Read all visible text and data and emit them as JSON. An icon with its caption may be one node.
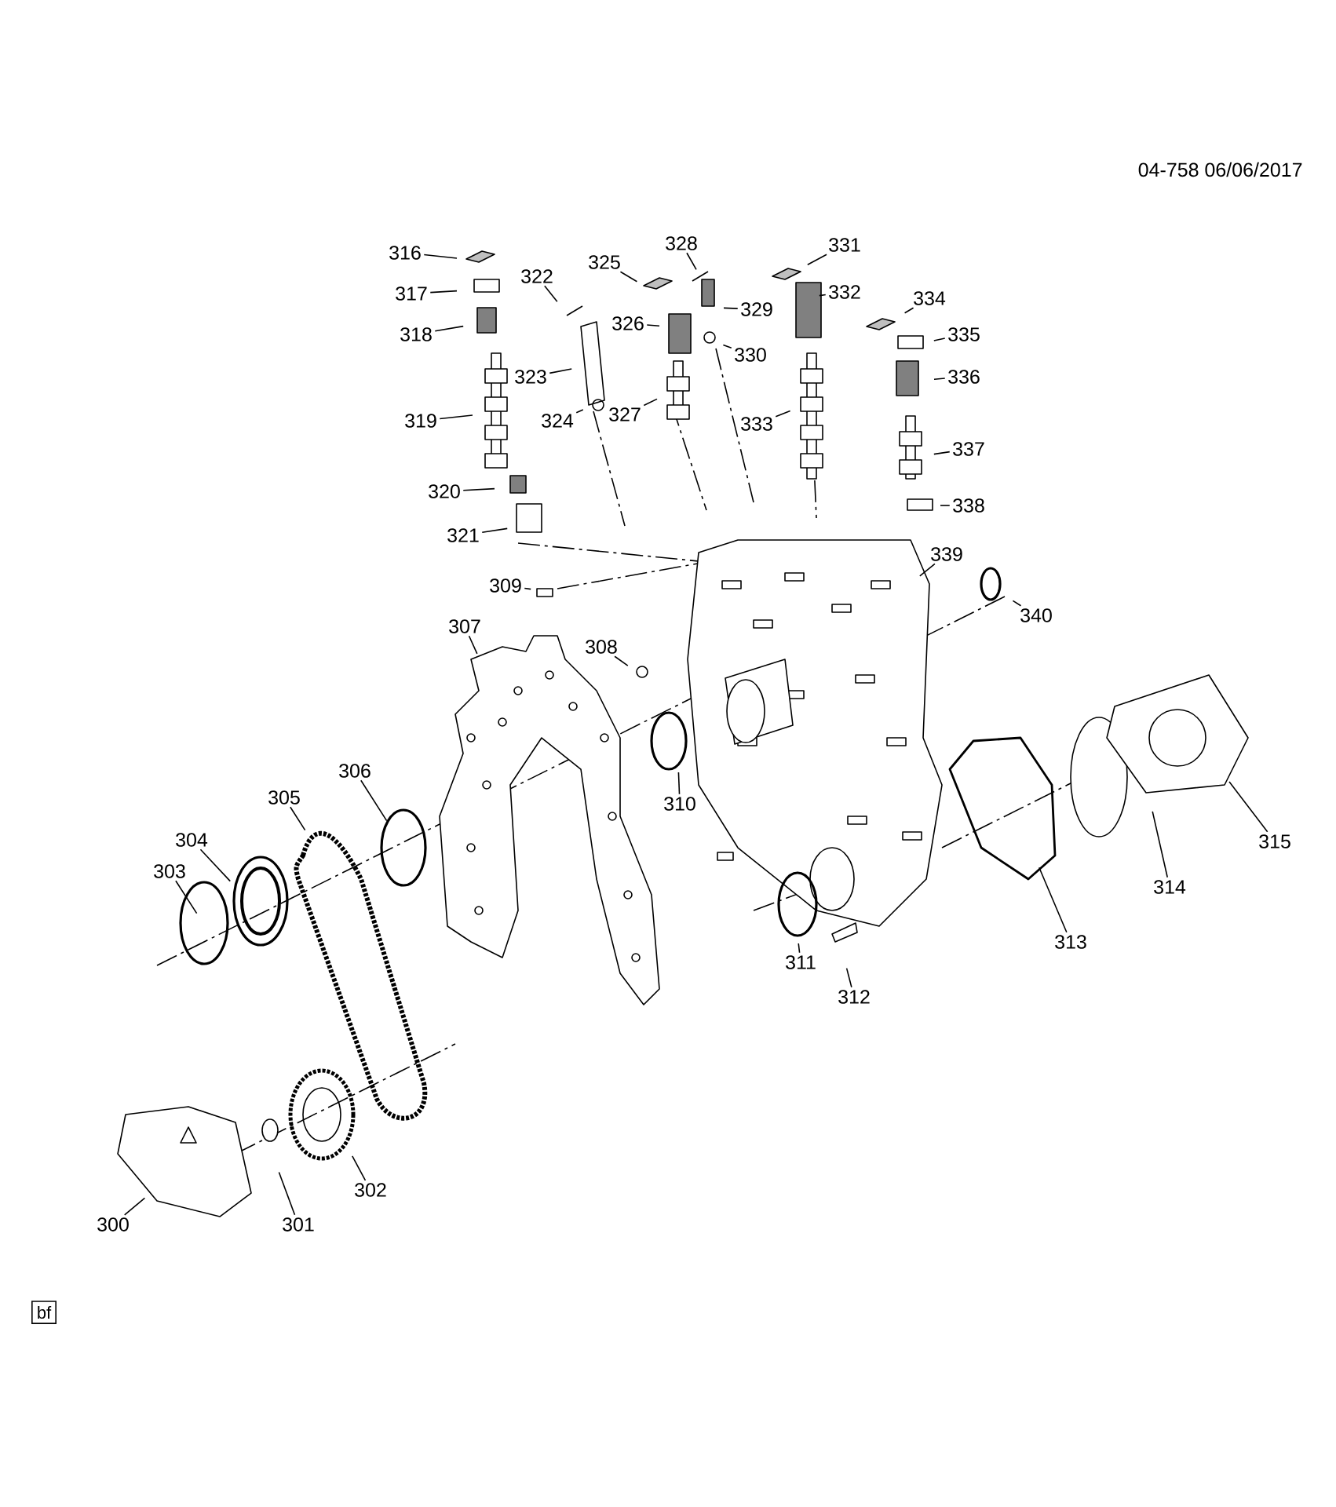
{
  "diagram": {
    "nodes": [
      {
        "text": [
          "316"
        ]
      },
      {
        "text": [
          "317"
        ]
      },
      {
        "text": [
          "318"
        ]
      },
      {
        "text": [
          "319"
        ]
      },
      {
        "text": [
          "320"
        ]
      },
      {
        "text": [
          "321"
        ]
      },
      {
        "text": [
          "322"
        ]
      },
      {
        "text": [
          "323"
        ]
      },
      {
        "text": [
          "324"
        ]
      },
      {
        "text": [
          "325"
        ]
      },
      {
        "text": [
          "326"
        ]
      },
      {
        "text": [
          "327"
        ]
      },
      {
        "text": [
          "328"
        ]
      },
      {
        "text": [
          "329"
        ]
      },
      {
        "text": [
          "330"
        ]
      },
      {
        "text": [
          "331"
        ]
      },
      {
        "text": [
          "332"
        ]
      },
      {
        "text": [
          "333"
        ]
      },
      {
        "text": [
          "334"
        ]
      },
      {
        "text": [
          "335"
        ]
      },
      {
        "text": [
          "336"
        ]
      },
      {
        "text": [
          "337"
        ]
      },
      {
        "text": [
          "338"
        ]
      },
      {
        "text": [
          "339"
        ]
      },
      {
        "text": [
          "340"
        ]
      },
      {
        "text": [
          "309"
        ]
      },
      {
        "text": [
          "307"
        ]
      },
      {
        "text": [
          "308"
        ]
      },
      {
        "text": [
          "310"
        ]
      },
      {
        "text": [
          "306"
        ]
      },
      {
        "text": [
          "305"
        ]
      },
      {
        "text": [
          "304"
        ]
      },
      {
        "text": [
          "303"
        ]
      },
      {
        "text": [
          "311"
        ]
      },
      {
        "text": [
          "312"
        ]
      },
      {
        "text": [
          "313"
        ]
      },
      {
        "text": [
          "314"
        ]
      },
      {
        "text": [
          "315"
        ]
      },
      {
        "text": [
          "302"
        ]
      },
      {
        "text": [
          "301"
        ]
      },
      {
        "text": [
          "300"
        ]
      },
      {
        "text": [
          "bf"
        ]
      }
    ],
    "edges": [
      {
        "from": 0,
        "to": null,
        "arrow": "none"
      },
      {
        "from": 1,
        "to": null,
        "arrow": "none"
      },
      {
        "from": 2,
        "to": null,
        "arrow": "none"
      },
      {
        "from": 3,
        "to": null,
        "arrow": "none"
      },
      {
        "from": 4,
        "to": null,
        "arrow": "none"
      },
      {
        "from": 5,
        "to": null,
        "arrow": "none"
      },
      {
        "from": 6,
        "to": null,
        "arrow": "none"
      },
      {
        "from": 7,
        "to": null,
        "arrow": "none"
      },
      {
        "from": 8,
        "to": null,
        "arrow": "none"
      },
      {
        "from": 9,
        "to": null,
        "arrow": "none"
      },
      {
        "from": 10,
        "to": null,
        "arrow": "none"
      },
      {
        "from": 11,
        "to": null,
        "arrow": "none"
      },
      {
        "from": 12,
        "to": null,
        "arrow": "none"
      },
      {
        "from": 13,
        "to": null,
        "arrow": "none"
      },
      {
        "from": 14,
        "to": null,
        "arrow": "none"
      },
      {
        "from": 15,
        "to": null,
        "arrow": "none"
      },
      {
        "from": 16,
        "to": null,
        "arrow": "none"
      },
      {
        "from": 17,
        "to": null,
        "arrow": "none"
      },
      {
        "from": 18,
        "to": null,
        "arrow": "none"
      },
      {
        "from": 19,
        "to": null,
        "arrow": "none"
      },
      {
        "from": 20,
        "to": null,
        "arrow": "none"
      },
      {
        "from": 21,
        "to": null,
        "arrow": "none"
      },
      {
        "from": 22,
        "to": null,
        "arrow": "none"
      },
      {
        "from": 23,
        "to": null,
        "arrow": "none"
      },
      {
        "from": 24,
        "to": null,
        "arrow": "none"
      },
      {
        "from": 25,
        "to": null,
        "arrow": "none"
      },
      {
        "from": 26,
        "to": null,
        "arrow": "none"
      },
      {
        "from": 27,
        "to": null,
        "arrow": "none"
      },
      {
        "from": 28,
        "to": null,
        "arrow": "none"
      },
      {
        "from": 29,
        "to": null,
        "arrow": "none"
      },
      {
        "from": 30,
        "to": null,
        "arrow": "none"
      },
      {
        "from": 31,
        "to": null,
        "arrow": "none"
      },
      {
        "from": 32,
        "to": null,
        "arrow": "none"
      },
      {
        "from": 33,
        "to": null,
        "arrow": "none"
      },
      {
        "from": 34,
        "to": null,
        "arrow": "none"
      },
      {
        "from": 35,
        "to": null,
        "arrow": "none"
      },
      {
        "from": 36,
        "to": null,
        "arrow": "none"
      },
      {
        "from": 37,
        "to": null,
        "arrow": "none"
      },
      {
        "from": 38,
        "to": null,
        "arrow": "none"
      },
      {
        "from": 39,
        "to": null,
        "arrow": "none"
      },
      {
        "from": 40,
        "to": null,
        "arrow": "none"
      }
    ],
    "labels": [
      "04-758 06/06/2017"
    ]
  }
}
